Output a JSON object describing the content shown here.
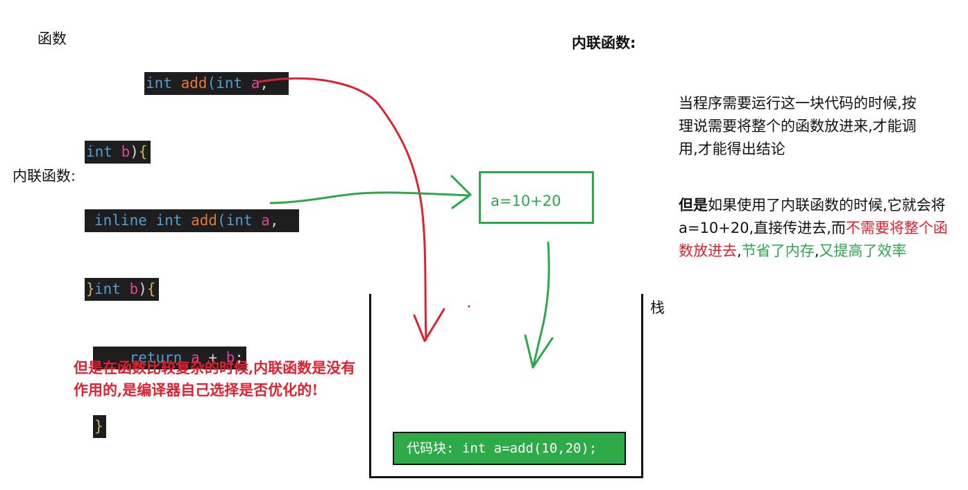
{
  "labels": {
    "function": "函数",
    "inline_function": "内联函数:",
    "stack": "栈"
  },
  "code_function": {
    "l1_kw": "int",
    "l1_fn": "add",
    "l1_p1": "(int",
    "l1_id": "a",
    "l1_p2": ",",
    "l2_kw": "int",
    "l2_id": "b",
    "l2_p": ")",
    "l2_br": "{",
    "l3_kw": "return",
    "l3_a": "a",
    "l3_op": "+",
    "l3_b": "b",
    "l3_end": ";",
    "l4_br": "}"
  },
  "code_inline": {
    "l1_kw": "inline",
    "l1_kw2": "int",
    "l1_fn": "add",
    "l1_p1": "(int",
    "l1_id": "a",
    "l1_p2": ",",
    "l2_kw": "int",
    "l2_id": "b",
    "l2_p": ")",
    "l2_br": "{",
    "l3_kw": "return",
    "l3_a": "a",
    "l3_op": "+",
    "l3_b": "b",
    "l3_end": ";",
    "l4_br": "}"
  },
  "expanded_box": "a=10+20",
  "right_panel": {
    "title": "内联函数:",
    "para1": "当程序需要运行这一块代码的时候,按理说需要将整个的函数放进来,才能调用,才能得出结论",
    "para2_bold": "但是",
    "para2_normal": "如果使用了内联函数的时候,它就会将a=10+20,直接传进去,而",
    "para2_red": "不需要将整个函数放进去",
    "para2_comma": ",",
    "para2_green1": "节省了内存",
    "para2_comma2": ",",
    "para2_green2": "又提高了效率"
  },
  "stack_codeblock": "代码块:  int a=add(10,20);",
  "bottom_note": "但是在函数比较复杂的时候,内联函数是没有作用的,是编译器自己选择是否优化的!",
  "colors": {
    "red": "#e0202e",
    "green": "#2aa84a",
    "code_bg": "#1e1e1e",
    "codeblock_bg": "#2faa49"
  }
}
